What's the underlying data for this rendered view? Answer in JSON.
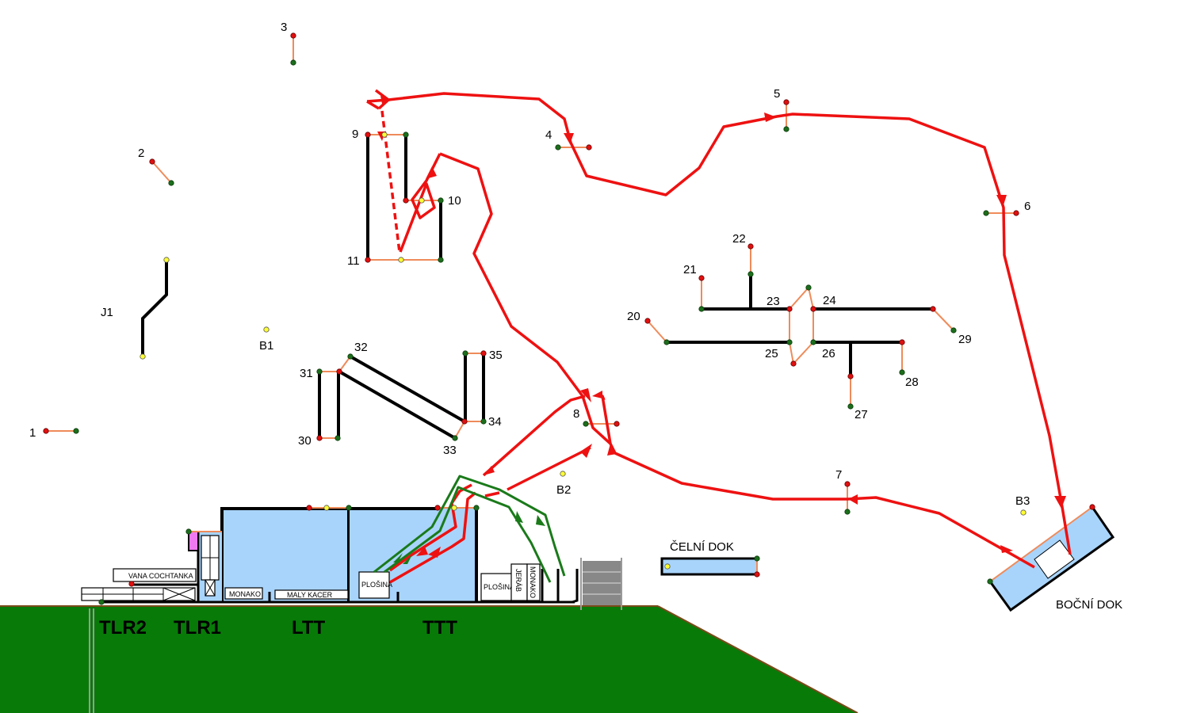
{
  "map": {
    "title": "Lock/berth plan",
    "colors": {
      "route_red": "#ee1111",
      "route_green": "#1a7a1a",
      "connector": "#ef8b5a",
      "water": "#a8d4fb",
      "land": "#087a08",
      "node_red": "#e01010",
      "node_green": "#1c6e1c",
      "node_yellow": "#ffff33",
      "tank_magenta": "#ef7aef"
    },
    "markers": {
      "m1": "1",
      "m2": "2",
      "m3": "3",
      "m4": "4",
      "m5": "5",
      "m6": "6",
      "m7": "7",
      "m8": "8",
      "m9": "9",
      "m10": "10",
      "m11": "11",
      "m20": "20",
      "m21": "21",
      "m22": "22",
      "m23": "23",
      "m24": "24",
      "m25": "25",
      "m26": "26",
      "m27": "27",
      "m28": "28",
      "m29": "29",
      "m30": "30",
      "m31": "31",
      "m32": "32",
      "m33": "33",
      "m34": "34",
      "m35": "35",
      "j1": "J1",
      "b1": "B1",
      "b2": "B2",
      "b3": "B3"
    },
    "docks": {
      "celni": "ČELNÍ DOK",
      "bocni": "BOČNÍ DOK"
    },
    "basins": {
      "tlr2": "TLR2",
      "tlr1": "TLR1",
      "ltt": "LTT",
      "ttt": "TTT"
    },
    "objects": {
      "vana": "VANA COCHTANKA",
      "monako1": "MONAKO",
      "maly_kacer": "MALY KACER",
      "plosina1": "PLOŠINA",
      "plosina2": "PLOŠINA",
      "jerab": "JERÁB",
      "monako2": "MONAKO"
    }
  }
}
